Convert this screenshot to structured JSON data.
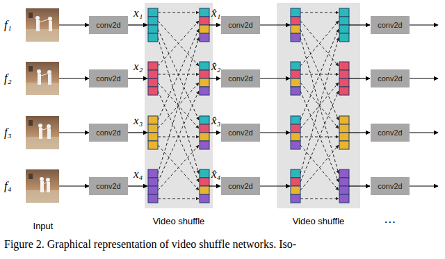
{
  "diagram": {
    "caption": "Figure 2. Graphical representation of video shuffle networks. Iso-",
    "nodes": [
      {
        "text": [
          "f₁"
        ]
      },
      {
        "text": [
          "f₂"
        ]
      },
      {
        "text": [
          "f₃"
        ]
      },
      {
        "text": [
          "f₄"
        ]
      },
      {
        "text": [
          "conv2d"
        ]
      },
      {
        "text": [
          "conv2d"
        ]
      },
      {
        "text": [
          "conv2d"
        ]
      },
      {
        "text": [
          "conv2d"
        ]
      },
      {
        "text": [
          "conv2d"
        ]
      },
      {
        "text": [
          "conv2d"
        ]
      },
      {
        "text": [
          "conv2d"
        ]
      },
      {
        "text": [
          "conv2d"
        ]
      },
      {
        "text": [
          "conv2d"
        ]
      },
      {
        "text": [
          "conv2d"
        ]
      },
      {
        "text": [
          "conv2d"
        ]
      },
      {
        "text": [
          "conv2d"
        ]
      }
    ],
    "edges": [
      {
        "from": 0,
        "to": 4,
        "arrow": "to"
      },
      {
        "from": 1,
        "to": 5,
        "arrow": "to"
      },
      {
        "from": 2,
        "to": 6,
        "arrow": "to"
      },
      {
        "from": 3,
        "to": 7,
        "arrow": "to"
      }
    ],
    "labels": [
      "x₁",
      "x₂",
      "x₃",
      "x₄",
      "x̂₁",
      "x̂₂",
      "x̂₃",
      "x̂₄",
      "Input",
      "Video shuffle",
      "Video shuffle",
      "…"
    ]
  }
}
